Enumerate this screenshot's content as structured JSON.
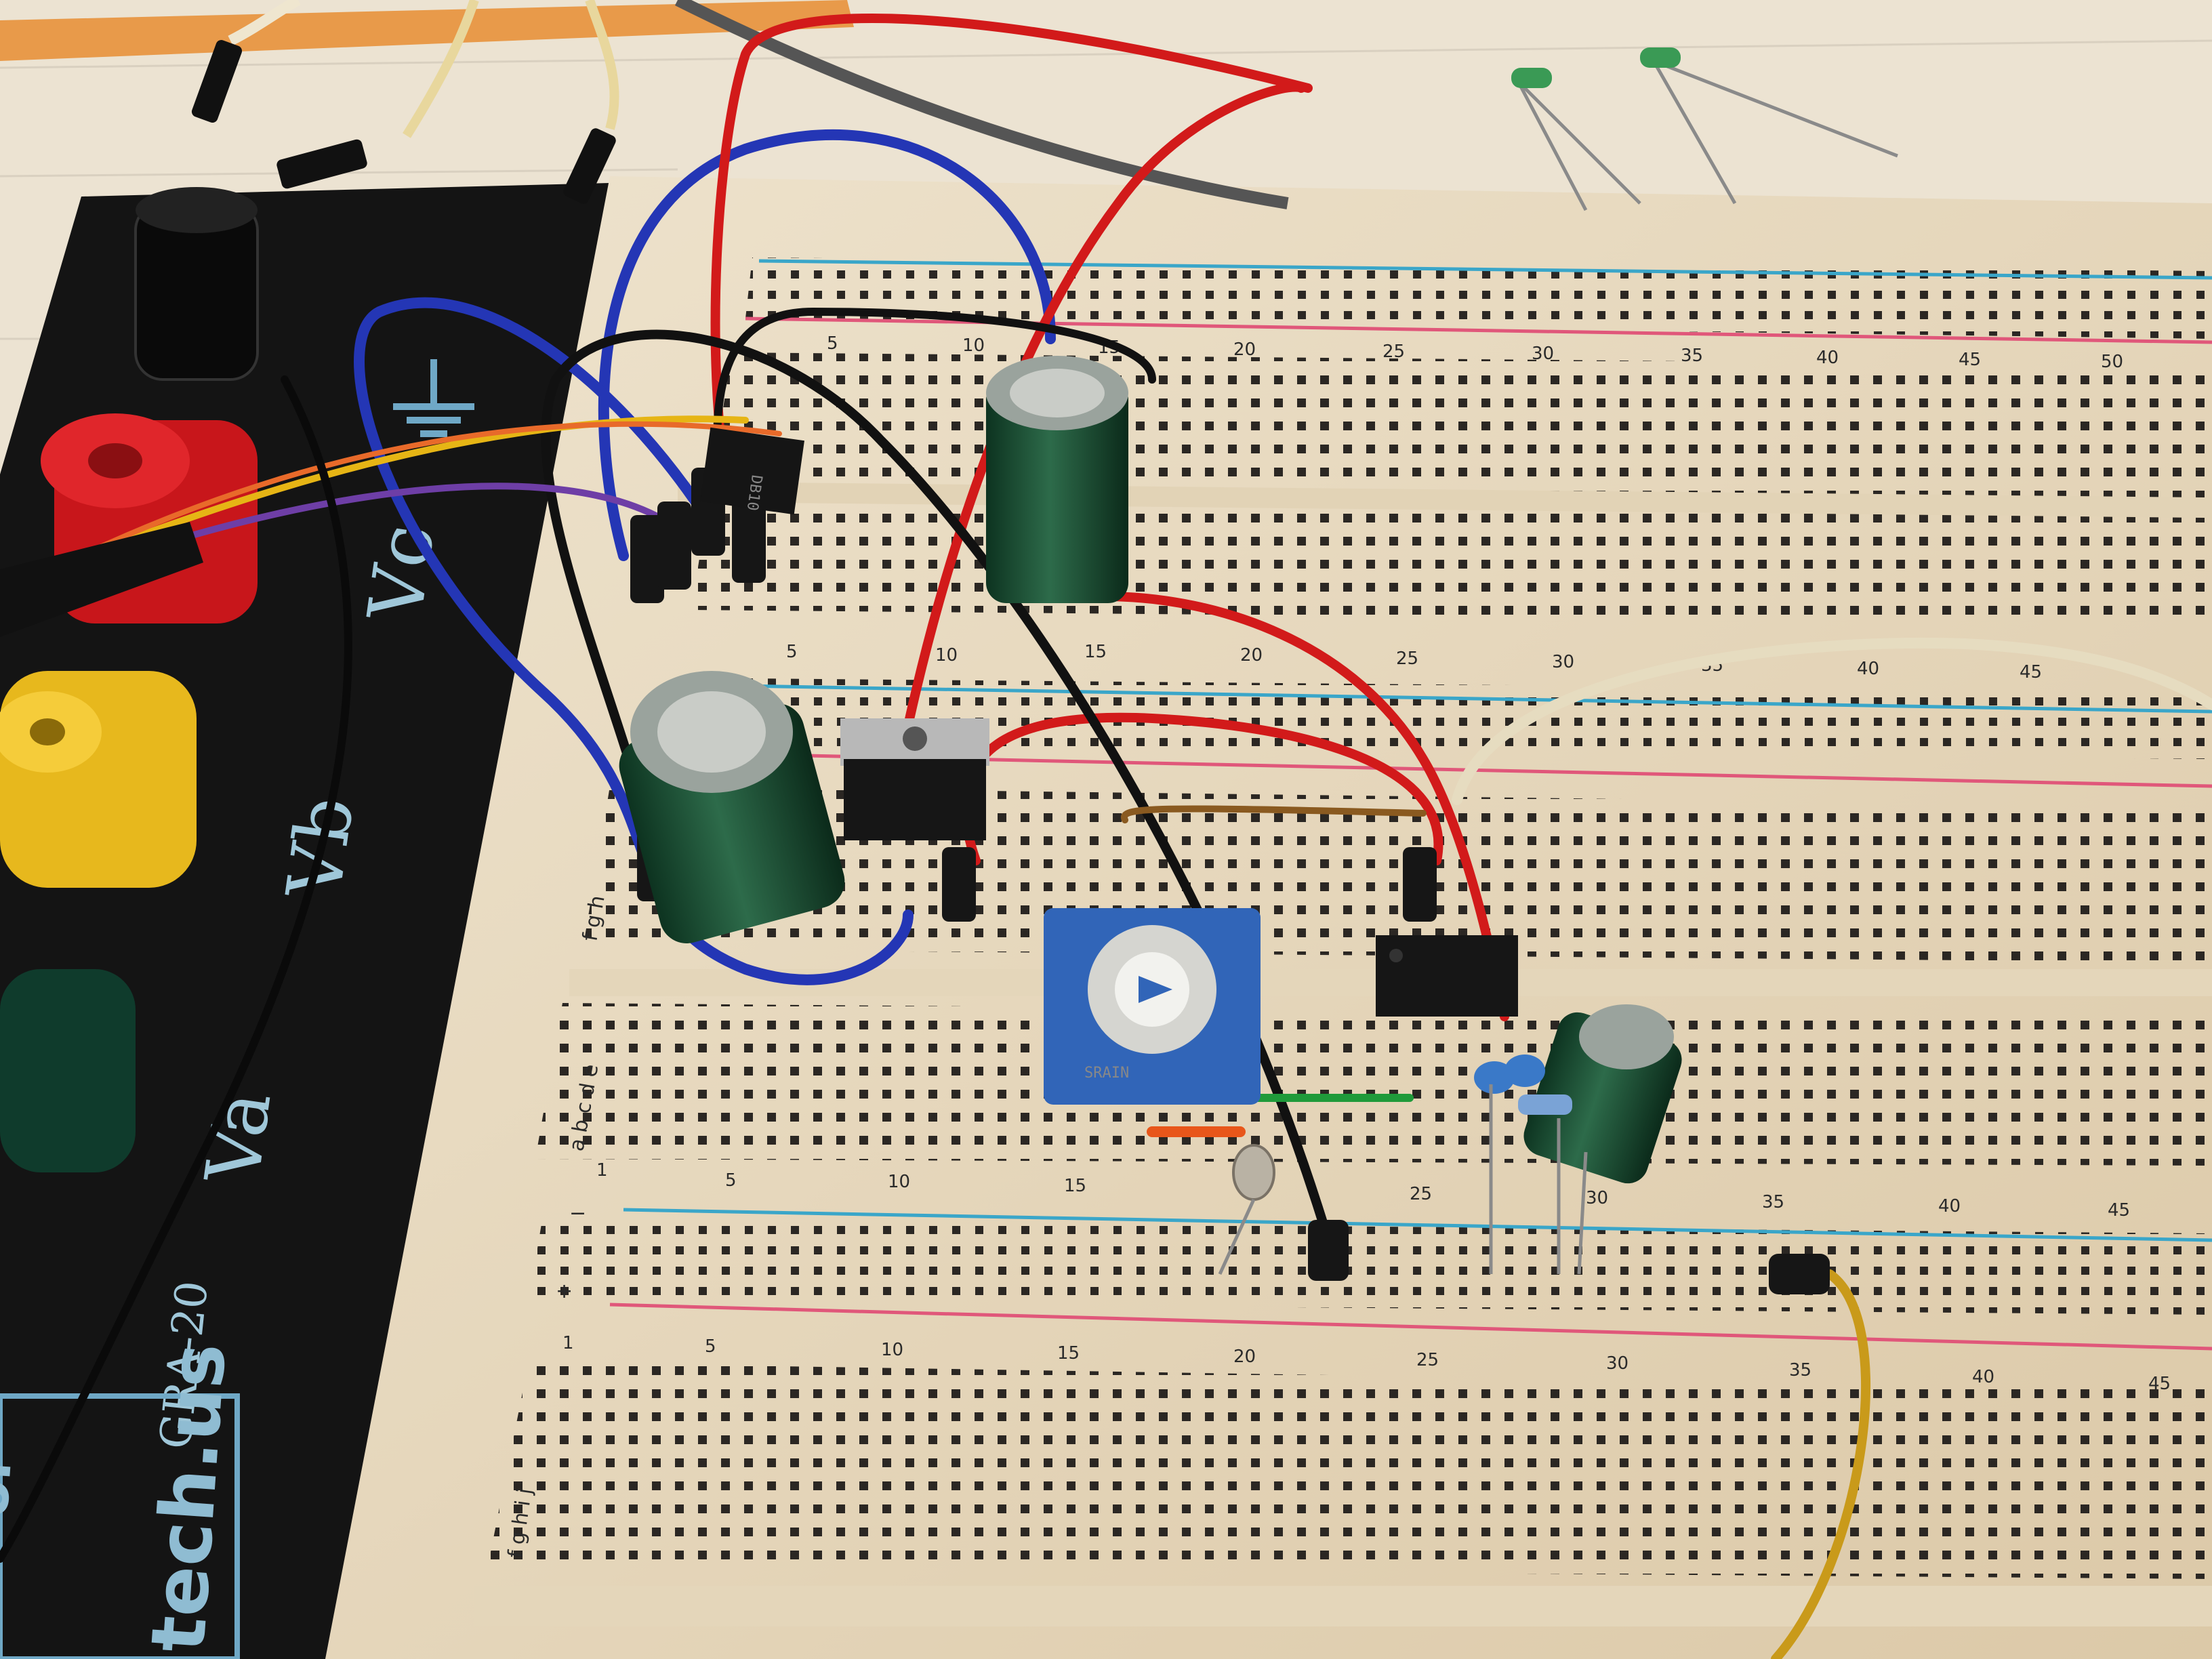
{
  "panel": {
    "terminal_labels": [
      "Va",
      "Vb",
      "Vc"
    ],
    "model_text": "GRA-20",
    "url_text": "tech.us",
    "url_prefix": "ol",
    "ground_icon": "ground-icon"
  },
  "breadboard": {
    "top_columns": [
      "5",
      "10",
      "15",
      "20",
      "25",
      "30",
      "35",
      "40",
      "45",
      "50"
    ],
    "mid_columns_upper": [
      "5",
      "10",
      "15",
      "20",
      "25",
      "30",
      "35",
      "40",
      "45"
    ],
    "mid_columns_lower": [
      "1",
      "5",
      "10",
      "15",
      "20",
      "25",
      "30",
      "35",
      "40",
      "45"
    ],
    "bottom_columns": [
      "1",
      "5",
      "10",
      "15",
      "20",
      "25",
      "30",
      "35",
      "40",
      "45"
    ],
    "row_letters_mid": "a b c d e",
    "row_letters_upper": "f g h",
    "row_letters_bottom": "f g h i j",
    "rail_minus": "−",
    "rail_plus": "+"
  },
  "components": {
    "rectifier_marking": "DB10",
    "trimmer_marking": "SRAIN"
  }
}
